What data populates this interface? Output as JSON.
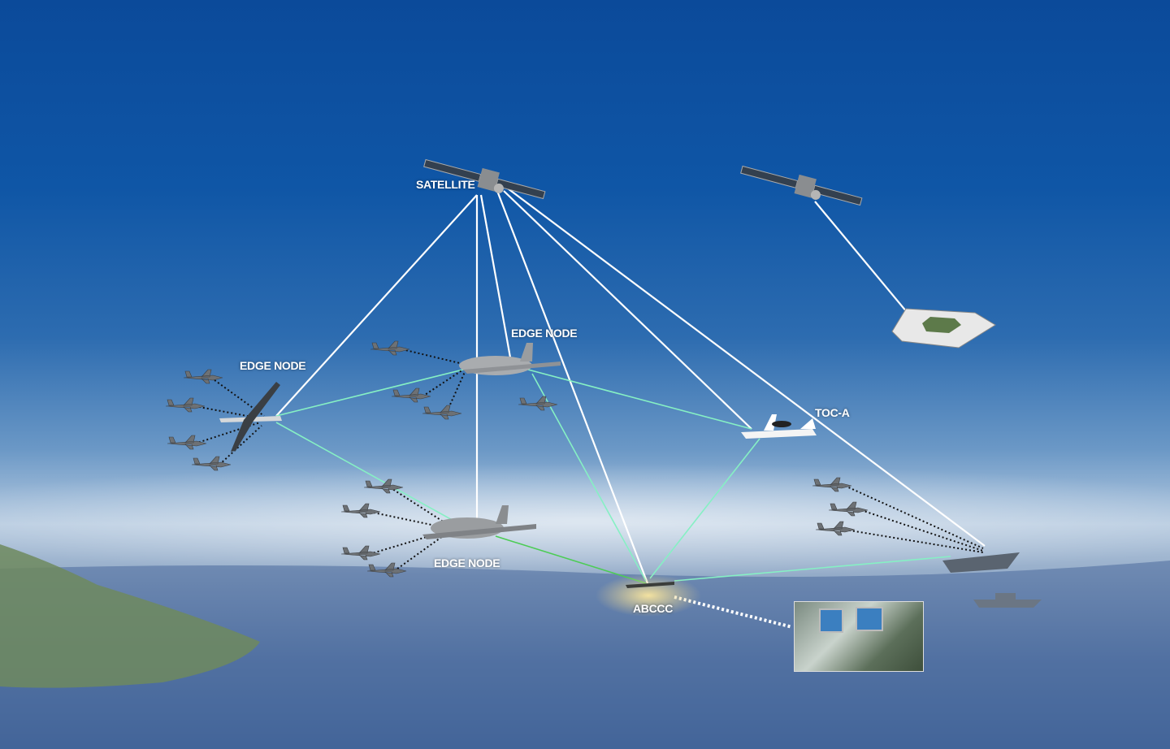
{
  "labels": {
    "satellite": "SATELLITE",
    "edge_node_left": "EDGE NODE",
    "edge_node_top": "EDGE NODE",
    "edge_node_bottom": "EDGE NODE",
    "toc_a": "TOC-A",
    "abccc": "ABCCC"
  },
  "colors": {
    "satcom_link": "#ffffff",
    "datalink": "#7ff0c0",
    "fighter_link": "#111111"
  }
}
